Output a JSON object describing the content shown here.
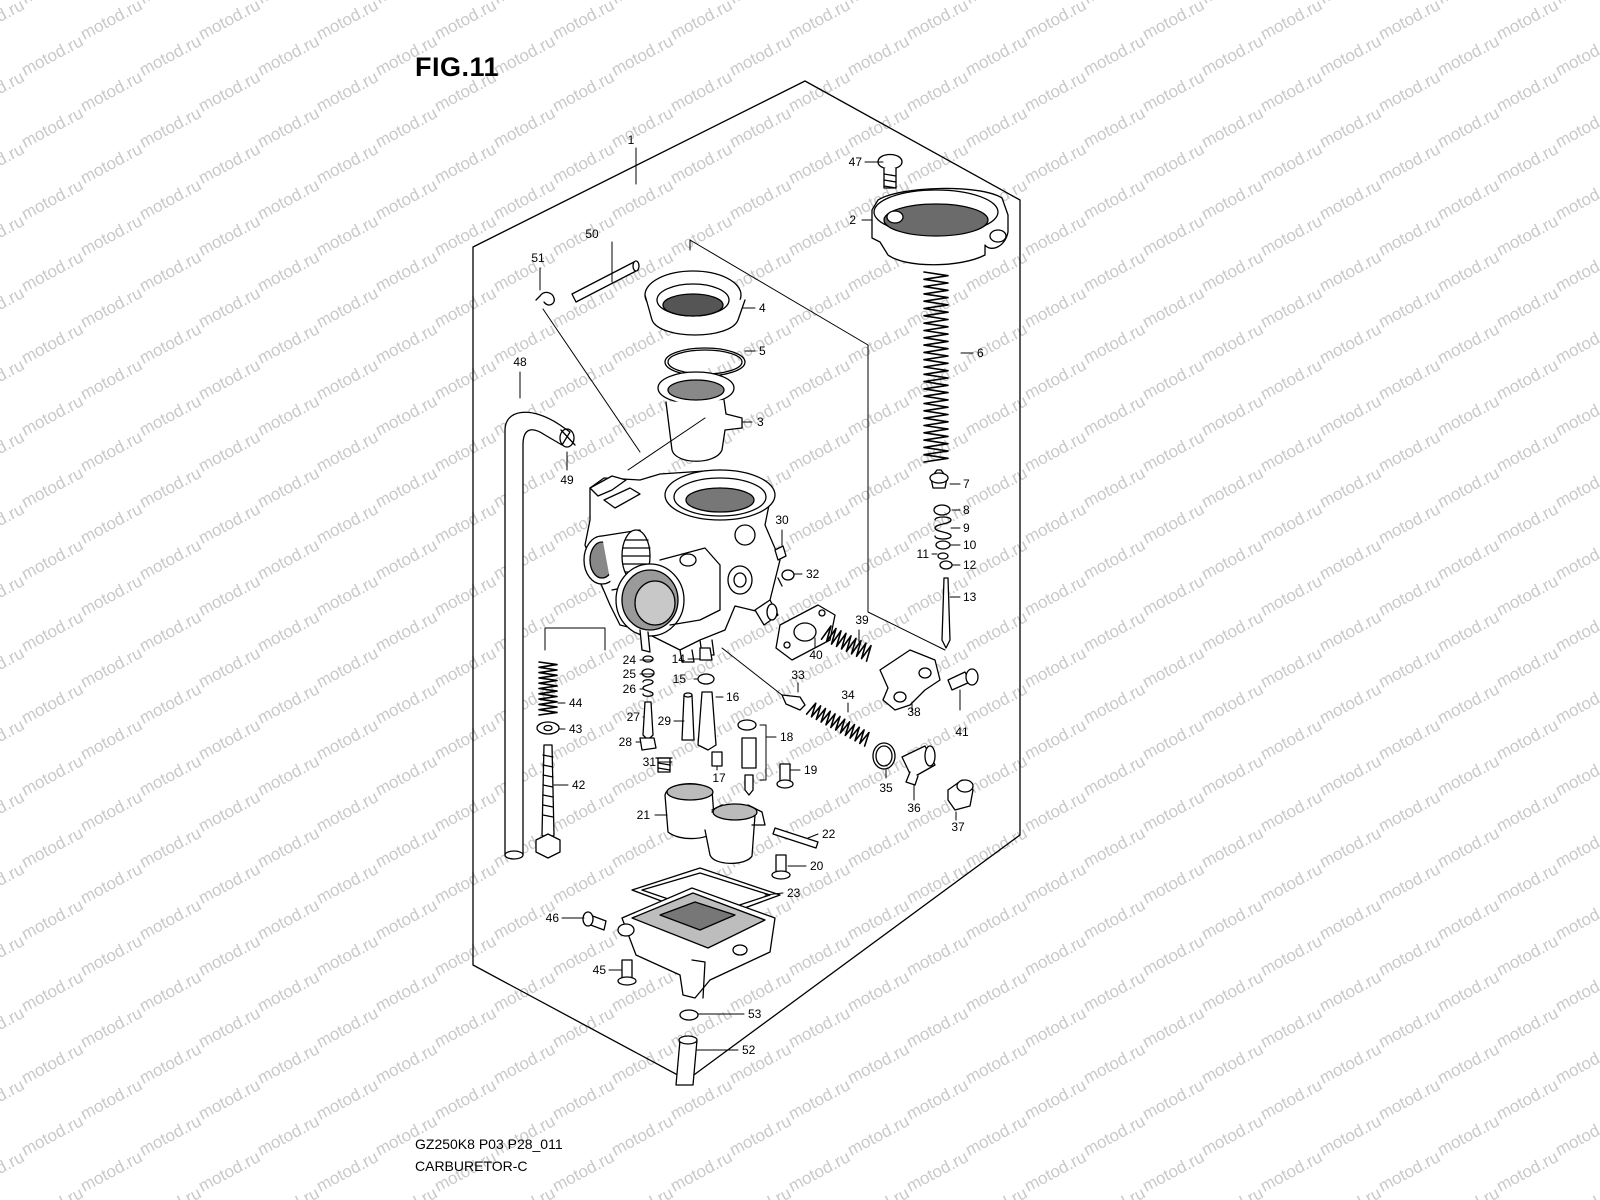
{
  "figure": {
    "title": "FIG.11",
    "code": "GZ250K8 P03 P28_011",
    "caption": "CARBURETOR-C"
  },
  "watermark": {
    "text": "motod.ru",
    "color": "#c9c9c9"
  },
  "parts": [
    {
      "id": "1",
      "label": "1"
    },
    {
      "id": "2",
      "label": "2"
    },
    {
      "id": "3",
      "label": "3"
    },
    {
      "id": "4",
      "label": "4"
    },
    {
      "id": "5",
      "label": "5"
    },
    {
      "id": "6",
      "label": "6"
    },
    {
      "id": "7",
      "label": "7"
    },
    {
      "id": "8",
      "label": "8"
    },
    {
      "id": "9",
      "label": "9"
    },
    {
      "id": "10",
      "label": "10"
    },
    {
      "id": "11",
      "label": "11"
    },
    {
      "id": "12",
      "label": "12"
    },
    {
      "id": "13",
      "label": "13"
    },
    {
      "id": "14",
      "label": "14"
    },
    {
      "id": "15",
      "label": "15"
    },
    {
      "id": "16",
      "label": "16"
    },
    {
      "id": "17",
      "label": "17"
    },
    {
      "id": "18",
      "label": "18"
    },
    {
      "id": "19",
      "label": "19"
    },
    {
      "id": "20",
      "label": "20"
    },
    {
      "id": "21",
      "label": "21"
    },
    {
      "id": "22",
      "label": "22"
    },
    {
      "id": "23",
      "label": "23"
    },
    {
      "id": "24",
      "label": "24"
    },
    {
      "id": "25",
      "label": "25"
    },
    {
      "id": "26",
      "label": "26"
    },
    {
      "id": "27",
      "label": "27"
    },
    {
      "id": "28",
      "label": "28"
    },
    {
      "id": "29",
      "label": "29"
    },
    {
      "id": "30",
      "label": "30"
    },
    {
      "id": "31",
      "label": "31"
    },
    {
      "id": "32",
      "label": "32"
    },
    {
      "id": "33",
      "label": "33"
    },
    {
      "id": "34",
      "label": "34"
    },
    {
      "id": "35",
      "label": "35"
    },
    {
      "id": "36",
      "label": "36"
    },
    {
      "id": "37",
      "label": "37"
    },
    {
      "id": "38",
      "label": "38"
    },
    {
      "id": "39",
      "label": "39"
    },
    {
      "id": "40",
      "label": "40"
    },
    {
      "id": "41",
      "label": "41"
    },
    {
      "id": "42",
      "label": "42"
    },
    {
      "id": "43",
      "label": "43"
    },
    {
      "id": "44",
      "label": "44"
    },
    {
      "id": "45",
      "label": "45"
    },
    {
      "id": "46",
      "label": "46"
    },
    {
      "id": "47",
      "label": "47"
    },
    {
      "id": "48",
      "label": "48"
    },
    {
      "id": "49",
      "label": "49"
    },
    {
      "id": "50",
      "label": "50"
    },
    {
      "id": "51",
      "label": "51"
    },
    {
      "id": "52",
      "label": "52"
    },
    {
      "id": "53",
      "label": "53"
    }
  ]
}
